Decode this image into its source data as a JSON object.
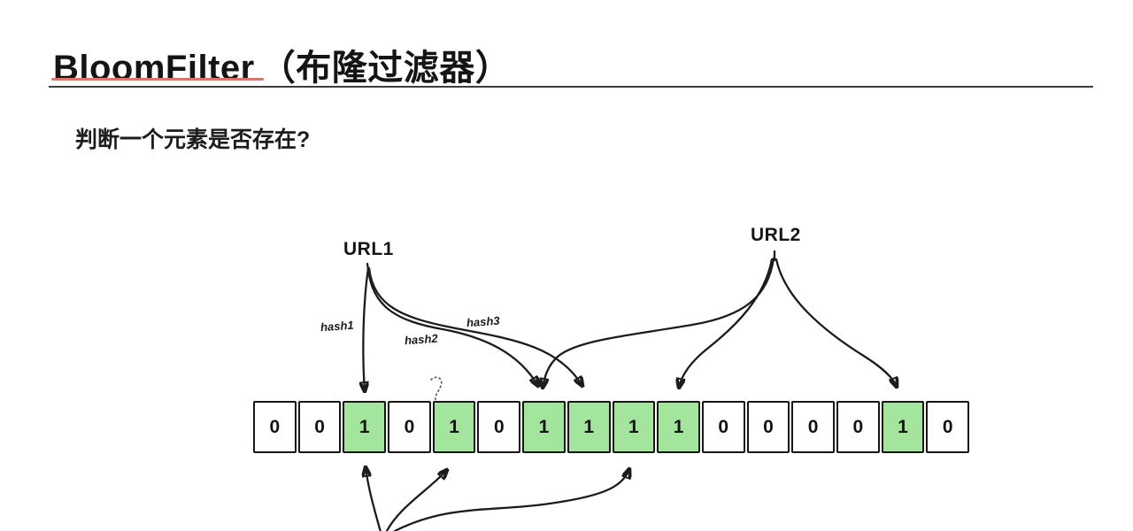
{
  "header": {
    "title_main": "BloomFilter",
    "title_suffix": "（布隆过滤器）",
    "underline_color": "#d5796b",
    "rule_color": "#3d3d3d"
  },
  "question": {
    "text": "判断一个元素是否存在?"
  },
  "diagram": {
    "url1_label": "URL1",
    "url2_label": "URL2",
    "hash_labels": {
      "h1": "hash1",
      "h2": "hash2",
      "h3": "hash3"
    },
    "bit_array": {
      "cells": [
        "0",
        "0",
        "1",
        "0",
        "1",
        "0",
        "1",
        "1",
        "1",
        "1",
        "0",
        "0",
        "0",
        "0",
        "1",
        "0"
      ],
      "highlight_indexes": [
        2,
        4,
        6,
        7,
        8,
        9,
        14
      ],
      "highlight_color": "#a3e59d",
      "cell_border_color": "#161616"
    },
    "arrows": {
      "color": "#1c1c1c",
      "url1_targets_bits": [
        2,
        6,
        7
      ],
      "url2_targets_bits": [
        6,
        9,
        14
      ],
      "bottom_query_targets_bits": [
        2,
        4,
        8
      ]
    }
  }
}
